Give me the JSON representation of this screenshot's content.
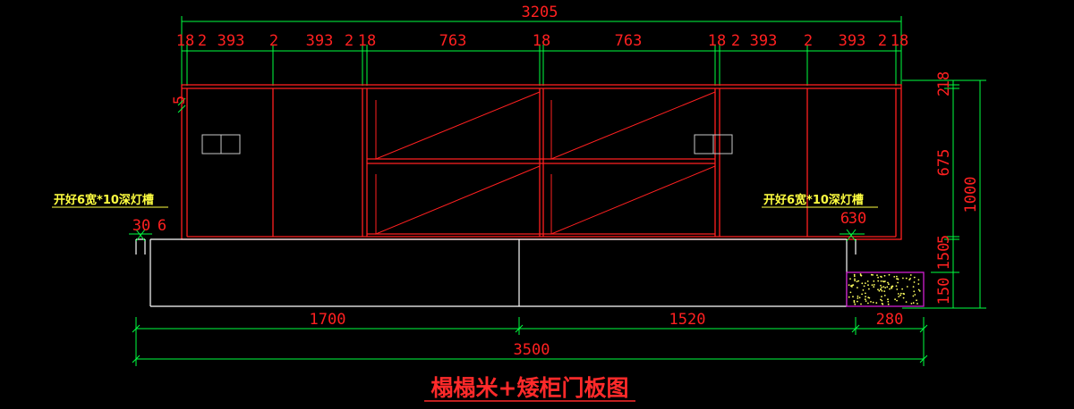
{
  "colors": {
    "background": "#000000",
    "dimension_line": "#00ff40",
    "dimension_text": "#ff2020",
    "cabinet_outline": "#ff2020",
    "base_outline": "#ffffff",
    "note_text": "#ffff40",
    "title_text": "#ff2a2a",
    "hatch_border": "#d020d0",
    "hatch_dots": "#ffff60"
  },
  "dimensions": {
    "overall_top": "3205",
    "top_segments": [
      "18",
      "2",
      "393",
      "2",
      "393",
      "2",
      "18",
      "763",
      "18",
      "763",
      "18",
      "2",
      "393",
      "2",
      "393",
      "2",
      "18"
    ],
    "right_overall": "1000",
    "right_segments": [
      "2",
      "18",
      "675",
      "5",
      "150",
      "150"
    ],
    "small_left": "5",
    "bottom_segments": [
      "1700",
      "1520",
      "280"
    ],
    "overall_bottom": "3500",
    "groove_left_dims": [
      "30",
      "6"
    ],
    "groove_right_dims": [
      "6",
      "30"
    ]
  },
  "notes": {
    "groove_left": "开好6宽*10深灯槽",
    "groove_right": "开好6宽*10深灯槽"
  },
  "title": "榻榻米+矮柜门板图"
}
